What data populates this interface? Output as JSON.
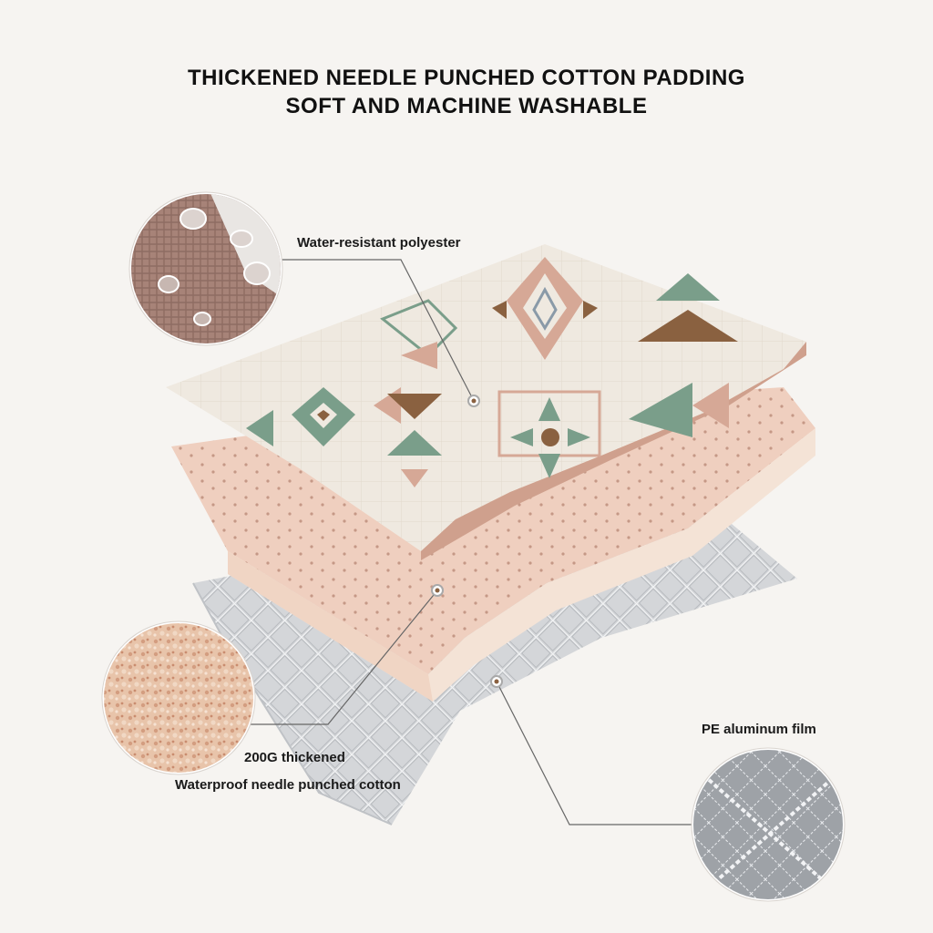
{
  "headline": {
    "line1": "THICKENED NEEDLE PUNCHED COTTON PADDING",
    "line2": "SOFT AND MACHINE WASHABLE"
  },
  "labels": {
    "polyester": "Water-resistant polyester",
    "cotton_line1": "200G thickened",
    "cotton_line2": "Waterproof needle punched cotton",
    "film": "PE aluminum film"
  },
  "colors": {
    "background": "#f6f4f1",
    "pattern_base": "#efe9e0",
    "pattern_green": "#7a9e8a",
    "pattern_pink": "#d6a896",
    "pattern_brown": "#8a6140",
    "cotton": "#efcfbf",
    "cotton_edge": "#f4e3d6",
    "film": "#d6d8db",
    "leader_line": "#666666"
  },
  "icons": {
    "polyester_swatch": "water-droplet-fabric-icon",
    "cotton_swatch": "fiber-texture-icon",
    "film_swatch": "quilted-film-icon"
  }
}
